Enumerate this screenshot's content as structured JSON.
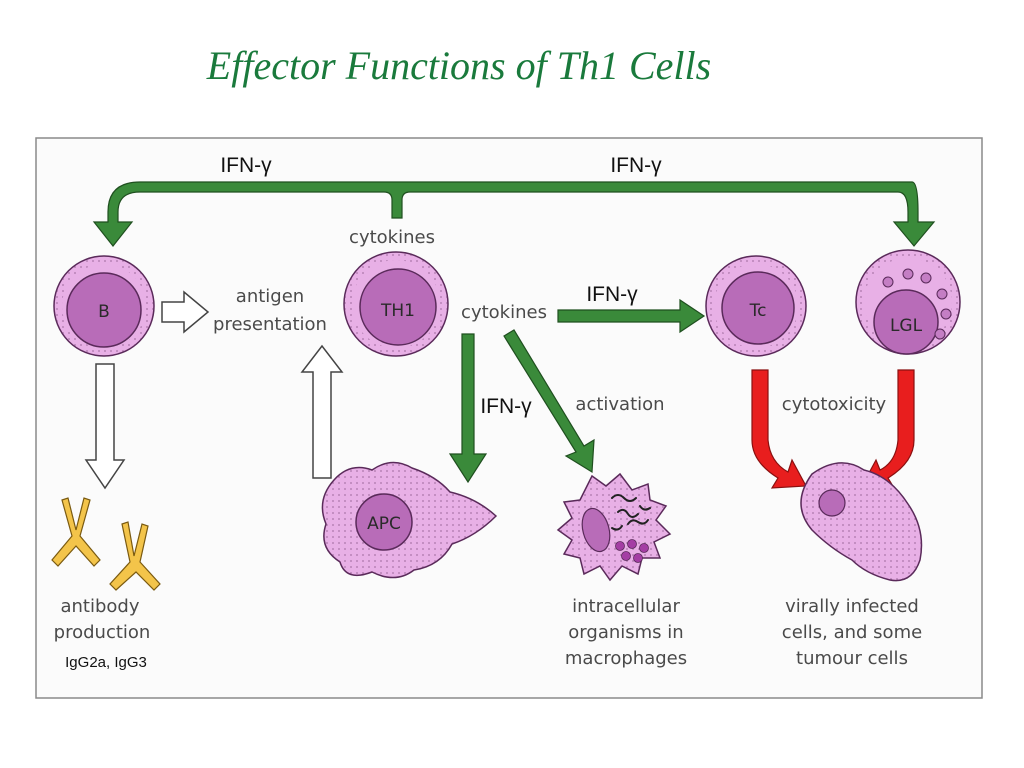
{
  "title": "Effector Functions of Th1 Cells",
  "colors": {
    "title": "#1a7a3c",
    "green_arrow": "#3a8a3a",
    "red_arrow": "#e81e1e",
    "cell_fill": "#e8b0e6",
    "nucleus_fill": "#b86cb8",
    "antibody": "#f3c44a"
  },
  "labels": {
    "ifn_top_left": "IFN-γ",
    "ifn_top_right": "IFN-γ",
    "ifn_to_tc": "IFN-γ",
    "ifn_to_apc": "IFN-γ",
    "cytokines_top": "cytokines",
    "cytokines_mid": "cytokines",
    "antigen_1": "antigen",
    "antigen_2": "presentation",
    "activation": "activation",
    "cytotoxicity": "cytotoxicity",
    "antibody_1": "antibody",
    "antibody_2": "production",
    "igg": "IgG2a, IgG3",
    "intra_1": "intracellular",
    "intra_2": "organisms in",
    "intra_3": "macrophages",
    "viral_1": "virally infected",
    "viral_2": "cells, and some",
    "viral_3": "tumour cells"
  },
  "cells": {
    "b": "B",
    "th1": "TH1",
    "tc": "Tc",
    "lgl": "LGL",
    "apc": "APC"
  },
  "icons": [
    "antibody-icon",
    "macrophage-cell",
    "target-cell",
    "lgl-granules"
  ]
}
